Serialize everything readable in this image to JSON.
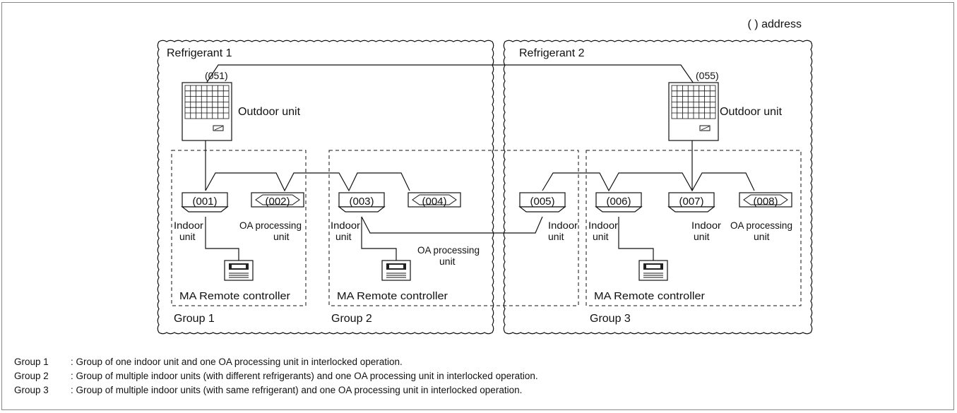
{
  "address_note": "( ) address",
  "refrigerants": [
    {
      "label": "Refrigerant 1"
    },
    {
      "label": "Refrigerant 2"
    }
  ],
  "outdoor_units": [
    {
      "address": "(051)",
      "label": "Outdoor unit"
    },
    {
      "address": "(055)",
      "label": "Outdoor unit"
    }
  ],
  "indoor_units": [
    {
      "address": "(001)",
      "label_line1": "Indoor",
      "label_line2": "unit"
    },
    {
      "address": "(003)",
      "label_line1": "Indoor",
      "label_line2": "unit"
    },
    {
      "address": "(005)",
      "label_line1": "Indoor",
      "label_line2": "unit"
    },
    {
      "address": "(006)",
      "label_line1": "Indoor",
      "label_line2": "unit"
    },
    {
      "address": "(007)",
      "label_line1": "Indoor",
      "label_line2": "unit"
    }
  ],
  "oa_units": [
    {
      "address": "(002)",
      "label_line1": "OA processing",
      "label_line2": "unit"
    },
    {
      "address": "(004)",
      "label_line1": "OA processing",
      "label_line2": "unit"
    },
    {
      "address": "(008)",
      "label_line1": "OA processing",
      "label_line2": "unit"
    }
  ],
  "remote_controllers": [
    {
      "label": "MA Remote controller"
    },
    {
      "label": "MA Remote controller"
    },
    {
      "label": "MA Remote controller"
    }
  ],
  "groups": [
    {
      "label": "Group 1"
    },
    {
      "label": "Group 2"
    },
    {
      "label": "Group 3"
    }
  ],
  "legend": [
    {
      "group": "Group 1",
      "text": ": Group of one indoor unit and one OA processing unit in interlocked operation."
    },
    {
      "group": "Group 2",
      "text": ": Group of multiple indoor units (with different refrigerants) and one OA processing unit in interlocked operation."
    },
    {
      "group": "Group 3",
      "text": ": Group of multiple indoor units (with same refrigerant) and one OA processing unit in interlocked operation."
    }
  ]
}
